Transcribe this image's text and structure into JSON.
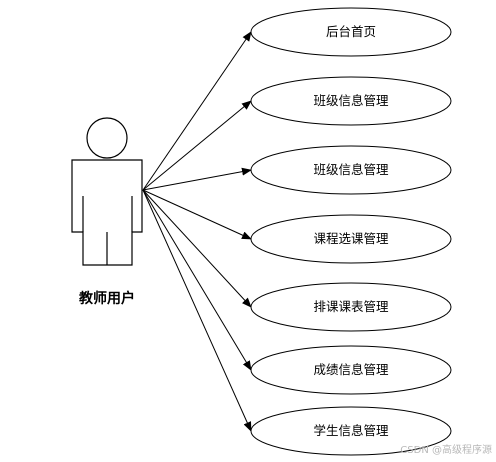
{
  "actor": {
    "label": "教师用户"
  },
  "use_cases": [
    {
      "label": "后台首页"
    },
    {
      "label": "班级信息管理"
    },
    {
      "label": "班级信息管理"
    },
    {
      "label": "课程选课管理"
    },
    {
      "label": "排课课表管理"
    },
    {
      "label": "成绩信息管理"
    },
    {
      "label": "学生信息管理"
    }
  ],
  "watermark": "CSDN @高级程序源",
  "colors": {
    "stroke": "#000000",
    "background": "#ffffff"
  }
}
